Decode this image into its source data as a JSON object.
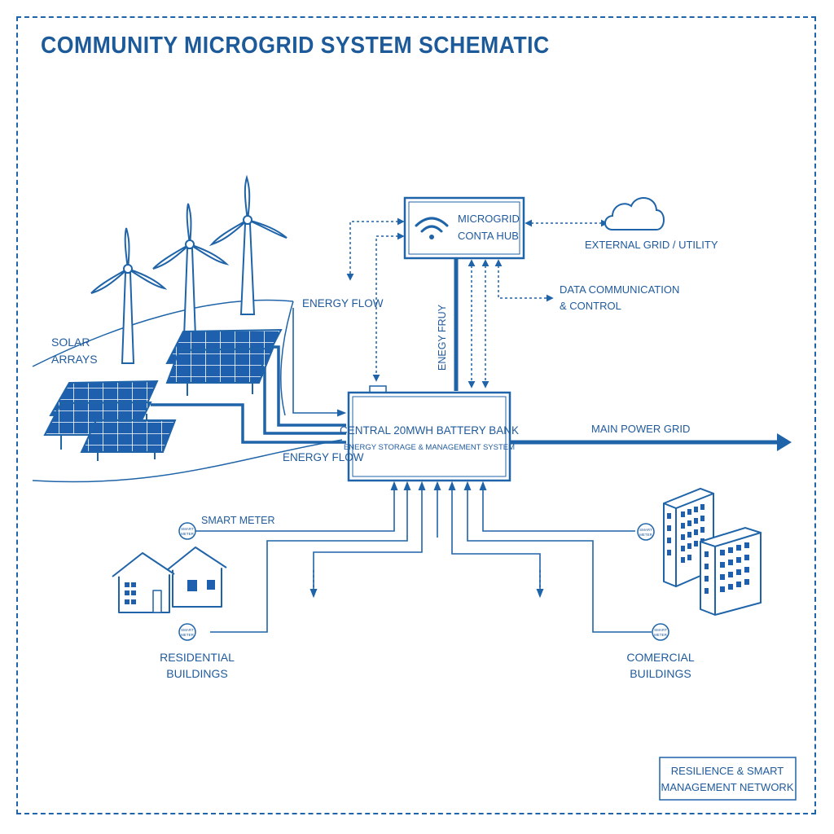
{
  "title": "COMMUNITY MICROGRID SYSTEM SCHEMATIC",
  "colors": {
    "line": "#1f64a8",
    "text": "#1f5a9c",
    "panel": "#1e5fae"
  },
  "labels": {
    "solar_arrays_1": "SOLAR",
    "solar_arrays_2": "ARRAYS",
    "energy_flow_top": "ENERGY FLOW",
    "energy_flow_bottom": "ENERGY FLOW",
    "energy_flow_vertical": "ENEGY FRUY",
    "hub_1": "MICROGRID",
    "hub_2": "CONTA HUB",
    "external_grid": "EXTERNAL GRID / UTILITY",
    "data_comm_1": "DATA COMMUNICATION",
    "data_comm_2": "& CONTROL",
    "battery_1": "CENTRAL 20MWH BATTERY BANK",
    "battery_2": "ENERGY STORAGE & MANAGEMENT SYSTEM",
    "main_grid": "MAIN POWER GRID",
    "smart_meter": "SMART METER",
    "meter_small_1": "SMART",
    "meter_small_2": "METER",
    "residential_1": "RESIDENTIAL",
    "residential_2": "BUILDINGS",
    "commercial_1": "COMERCIAL",
    "commercial_2": "BUILDINGS",
    "badge_1": "RESILIENCE & SMART",
    "badge_2": "MANAGEMENT NETWORK"
  },
  "icons": [
    "wind-turbine-icon",
    "solar-panel-icon",
    "wifi-icon",
    "cloud-icon",
    "house-icon",
    "office-building-icon",
    "smart-meter-icon"
  ]
}
